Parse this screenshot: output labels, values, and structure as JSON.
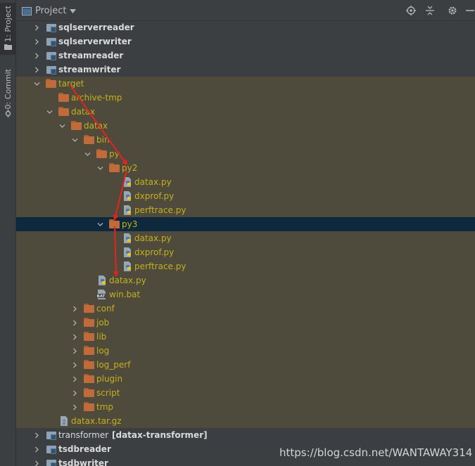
{
  "stripe": {
    "project_tab": "1: Project",
    "commit_tab": "0: Commit"
  },
  "header": {
    "title": "Project",
    "icons": [
      "target-icon",
      "collapse-all-icon",
      "gear-icon",
      "hide-icon"
    ]
  },
  "tree": [
    {
      "label": "sqlserverreader",
      "icon": "module",
      "arrow": "right",
      "bold": true,
      "name": "tree-item-sqlserverreader"
    },
    {
      "label": "sqlserverwriter",
      "icon": "module",
      "arrow": "right",
      "bold": true,
      "name": "tree-item-sqlserverwriter"
    },
    {
      "label": "streamreader",
      "icon": "module",
      "arrow": "right",
      "bold": true,
      "name": "tree-item-streamreader"
    },
    {
      "label": "streamwriter",
      "icon": "module",
      "arrow": "right",
      "bold": true,
      "name": "tree-item-streamwriter"
    },
    {
      "label": "target",
      "icon": "folder",
      "arrow": "down",
      "name": "tree-item-target"
    },
    {
      "label": "archive-tmp",
      "icon": "folder",
      "arrow": "",
      "name": "tree-item-archive-tmp"
    },
    {
      "label": "datax",
      "icon": "folder",
      "arrow": "down",
      "name": "tree-item-datax-outer"
    },
    {
      "label": "datax",
      "icon": "folder",
      "arrow": "down",
      "name": "tree-item-datax-inner"
    },
    {
      "label": "bin",
      "icon": "folder",
      "arrow": "down",
      "name": "tree-item-bin"
    },
    {
      "label": "py",
      "icon": "folder",
      "arrow": "down",
      "name": "tree-item-py"
    },
    {
      "label": "py2",
      "icon": "folder",
      "arrow": "down",
      "name": "tree-item-py2"
    },
    {
      "label": "datax.py",
      "icon": "python",
      "arrow": "",
      "name": "tree-item-py2-datax-py"
    },
    {
      "label": "dxprof.py",
      "icon": "python",
      "arrow": "",
      "name": "tree-item-py2-dxprof-py"
    },
    {
      "label": "perftrace.py",
      "icon": "python",
      "arrow": "",
      "name": "tree-item-py2-perftrace-py"
    },
    {
      "label": "py3",
      "icon": "folder",
      "arrow": "down",
      "selected": true,
      "name": "tree-item-py3"
    },
    {
      "label": "datax.py",
      "icon": "python",
      "arrow": "",
      "name": "tree-item-py3-datax-py"
    },
    {
      "label": "dxprof.py",
      "icon": "python",
      "arrow": "",
      "name": "tree-item-py3-dxprof-py"
    },
    {
      "label": "perftrace.py",
      "icon": "python",
      "arrow": "",
      "name": "tree-item-py3-perftrace-py"
    },
    {
      "label": "datax.py",
      "icon": "python",
      "arrow": "",
      "name": "tree-item-bin-datax-py"
    },
    {
      "label": "win.bat",
      "icon": "bat",
      "arrow": "",
      "name": "tree-item-win-bat"
    },
    {
      "label": "conf",
      "icon": "folder",
      "arrow": "right",
      "name": "tree-item-conf"
    },
    {
      "label": "job",
      "icon": "folder",
      "arrow": "right",
      "name": "tree-item-job"
    },
    {
      "label": "lib",
      "icon": "folder",
      "arrow": "right",
      "name": "tree-item-lib"
    },
    {
      "label": "log",
      "icon": "folder",
      "arrow": "right",
      "name": "tree-item-log"
    },
    {
      "label": "log_perf",
      "icon": "folder",
      "arrow": "right",
      "name": "tree-item-log-perf"
    },
    {
      "label": "plugin",
      "icon": "folder",
      "arrow": "right",
      "name": "tree-item-plugin"
    },
    {
      "label": "script",
      "icon": "folder",
      "arrow": "right",
      "name": "tree-item-script"
    },
    {
      "label": "tmp",
      "icon": "folder",
      "arrow": "right",
      "name": "tree-item-tmp"
    },
    {
      "label": "datax.tar.gz",
      "icon": "archive",
      "arrow": "",
      "name": "tree-item-datax-tar-gz"
    },
    {
      "label": "transformer",
      "suffix": "[datax-transformer]",
      "icon": "module",
      "arrow": "right",
      "name": "tree-item-transformer"
    },
    {
      "label": "tsdbreader",
      "icon": "module",
      "arrow": "right",
      "bold": true,
      "name": "tree-item-tsdbreader"
    },
    {
      "label": "tsdbwriter",
      "icon": "module",
      "arrow": "right",
      "bold": true,
      "name": "tree-item-tsdbwriter"
    }
  ],
  "colors": {
    "excluded_bg": "#4e4b3d",
    "excluded_text": "#c5b01b",
    "normal_text": "#dadada",
    "selected_bg": "#0d293e",
    "folder": "#c16b3b",
    "annotation_arrow": "#e8221b"
  },
  "watermark": "https://blog.csdn.net/WANTAWAY314"
}
